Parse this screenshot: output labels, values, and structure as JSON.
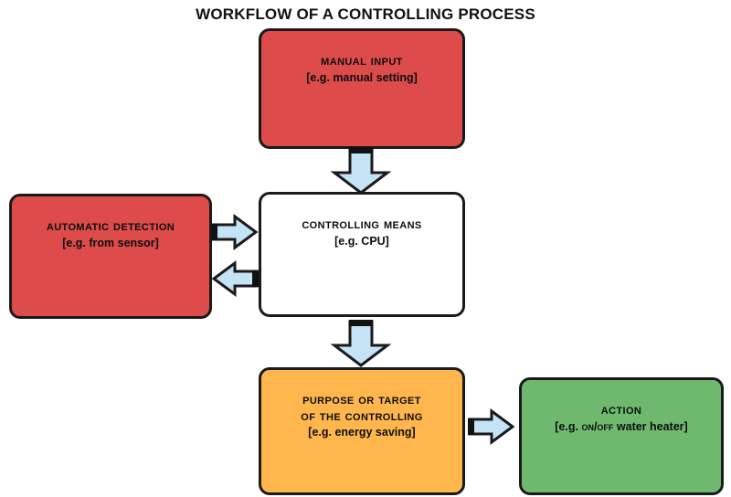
{
  "diagram": {
    "title": "WORKFLOW OF A CONTROLLING PROCESS",
    "colors": {
      "red": "#DD4B4B",
      "orange": "#FFB74D",
      "green": "#6FB96F",
      "white": "#FFFFFF",
      "outline": "#1A1A1A",
      "arrow_fill": "#C4E3F5",
      "arrow_outline": "#1A1A1A",
      "background": "#FFFFFF"
    },
    "nodes": [
      {
        "id": "manual-input",
        "title": "MANUAL INPUT",
        "subtitle": "[e.g. manual setting]",
        "color": "#DD4B4B"
      },
      {
        "id": "automatic-detection",
        "title": "AUTOMATIC DETECTION",
        "subtitle": "[e.g. from sensor]",
        "color": "#DD4B4B"
      },
      {
        "id": "controlling-means",
        "title": "CONTROLLING MEANS",
        "subtitle": "[e.g. CPU]",
        "color": "#FFFFFF"
      },
      {
        "id": "purpose-target",
        "title_line1": "PURPOSE OR TARGET",
        "title_line2": "OF THE CONTROLLING",
        "subtitle": "[e.g. energy saving]",
        "color": "#FFB74D"
      },
      {
        "id": "action",
        "title": "ACTION",
        "subtitle_prefix": "[e.g. ",
        "subtitle_smallcaps": "ON/OFF",
        "subtitle_suffix": " water heater]",
        "color": "#6FB96F"
      }
    ],
    "arrows": [
      {
        "id": "manual-to-means",
        "from": "manual-input",
        "to": "controlling-means",
        "direction": "down"
      },
      {
        "id": "means-to-purpose",
        "from": "controlling-means",
        "to": "purpose-target",
        "direction": "down"
      },
      {
        "id": "detection-to-means",
        "from": "automatic-detection",
        "to": "controlling-means",
        "direction": "right"
      },
      {
        "id": "means-to-detection",
        "from": "controlling-means",
        "to": "automatic-detection",
        "direction": "left"
      },
      {
        "id": "purpose-to-action",
        "from": "purpose-target",
        "to": "action",
        "direction": "right"
      }
    ]
  }
}
